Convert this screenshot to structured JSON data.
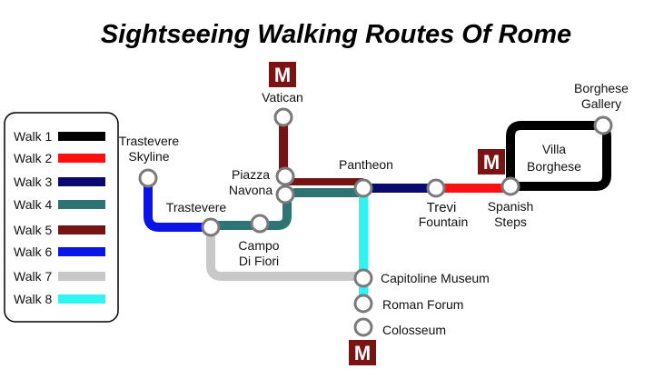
{
  "title": "Sightseeing Walking Routes Of Rome",
  "legend": [
    {
      "label": "Walk 1",
      "color": "#000000"
    },
    {
      "label": "Walk 2",
      "color": "#ff1010"
    },
    {
      "label": "Walk 3",
      "color": "#0a0a6e"
    },
    {
      "label": "Walk 4",
      "color": "#2e7474"
    },
    {
      "label": "Walk 5",
      "color": "#741414"
    },
    {
      "label": "Walk 6",
      "color": "#0a14e6"
    },
    {
      "label": "Walk 7",
      "color": "#c8c8c8"
    },
    {
      "label": "Walk 8",
      "color": "#30f4f4"
    }
  ],
  "stations": {
    "vatican": "Vatican",
    "trastevere_skyline_1": "Trastevere",
    "trastevere_skyline_2": "Skyline",
    "trastevere": "Trastevere",
    "piazza": "Piazza",
    "navona": "Navona",
    "campo": "Campo",
    "di_fiori": "Di Fiori",
    "pantheon": "Pantheon",
    "trevi": "Trevi",
    "fountain": "Fountain",
    "spanish": "Spanish",
    "steps": "Steps",
    "borghese_gallery_1": "Borghese",
    "borghese_gallery_2": "Gallery",
    "villa": "Villa",
    "borghese": "Borghese",
    "capitoline": "Capitoline Museum",
    "roman_forum": "Roman Forum",
    "colosseum": "Colosseum"
  },
  "metro_symbol": "M",
  "metro_color": "#7a1414"
}
